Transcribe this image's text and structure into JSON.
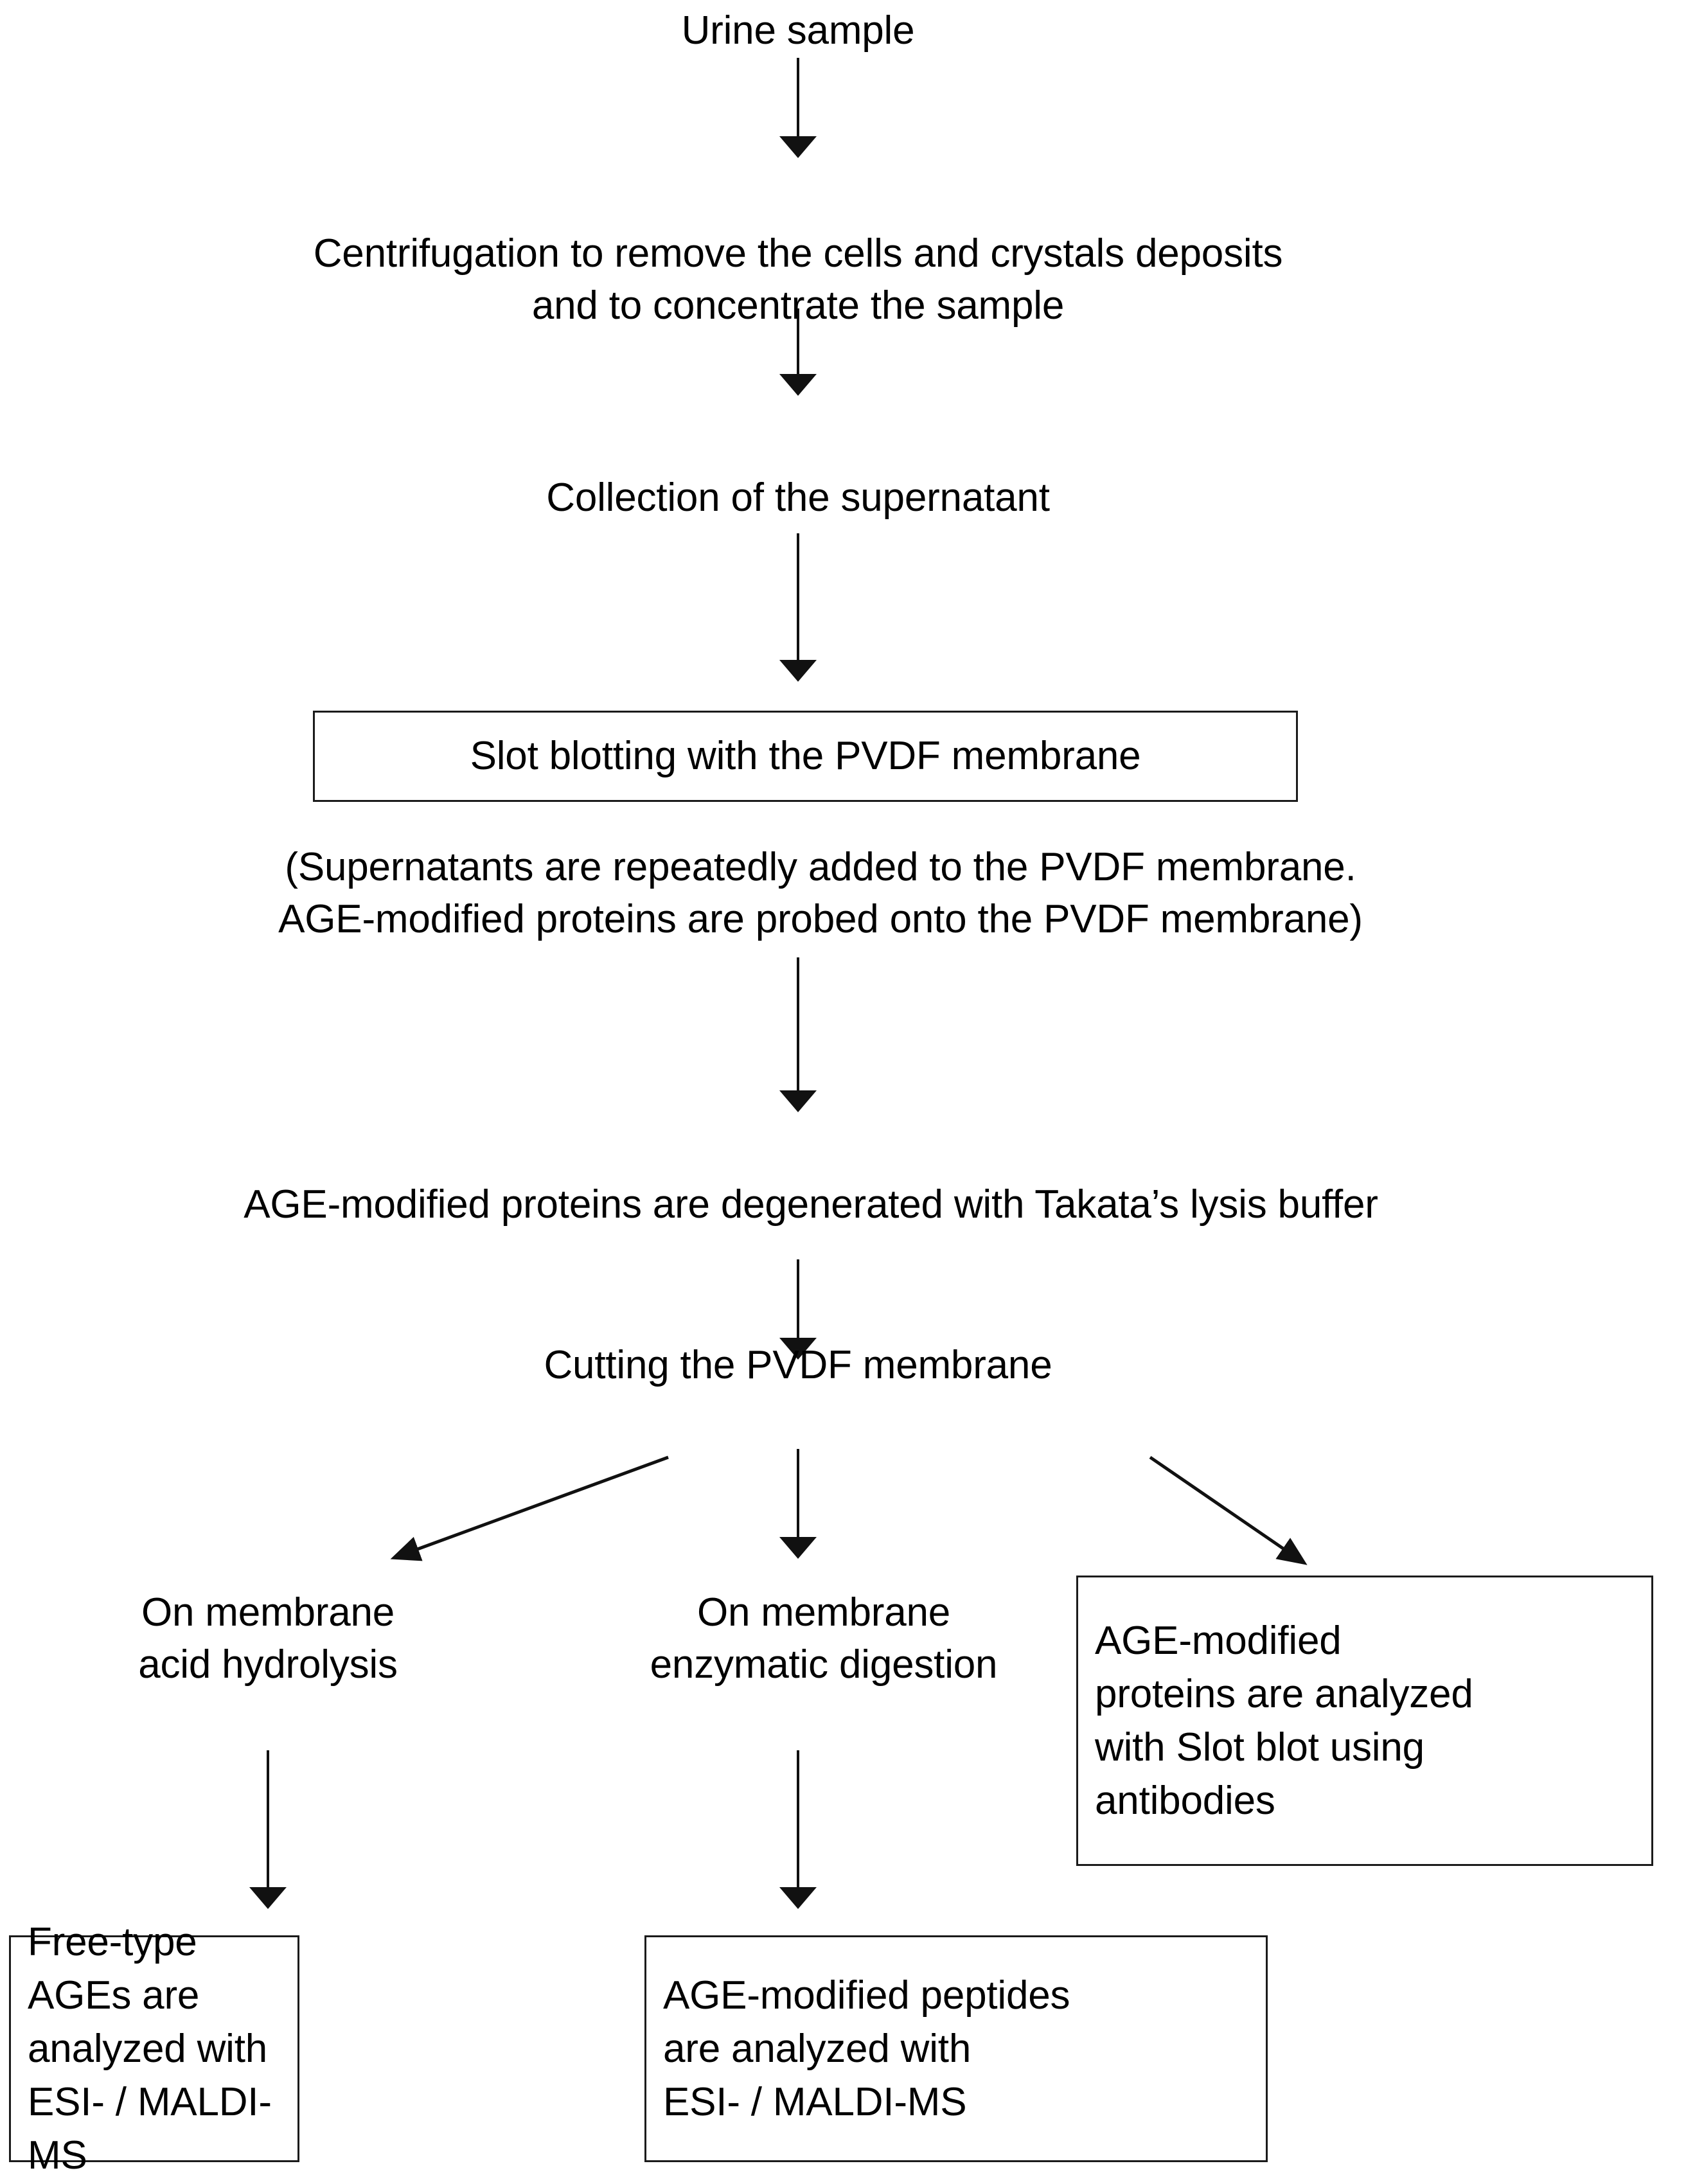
{
  "diagram": {
    "title": "Urinary AGE-modified protein analysis workflow",
    "stroke_color": "#1b1b1b",
    "background_color": "#ffffff",
    "nodes": {
      "urine_sample": "Urine sample",
      "centrifugation": "Centrifugation to remove the cells and crystals deposits\nand to concentrate the sample",
      "collection": "Collection of the supernatant",
      "slot_blotting": "Slot blotting with the PVDF membrane",
      "supernatant_note": "(Supernatants are repeatedly added to the PVDF membrane.\nAGE-modified proteins are probed onto the PVDF membrane)",
      "degeneration": "AGE-modified proteins are degenerated with Takata’s lysis buffer",
      "cutting": "Cutting the PVDF membrane",
      "branch_left": "On membrane\nacid hydrolysis",
      "branch_middle": "On membrane\nenzymatic digestion",
      "branch_right": "AGE-modified\nproteins are analyzed\nwith Slot blot using\nantibodies",
      "result_left": "Free-type AGEs are\nanalyzed with\nESI- / MALDI-MS",
      "result_middle": "AGE-modified peptides\nare analyzed with\nESI- / MALDI-MS"
    },
    "edges": [
      {
        "name": "urine-to-centrifugation",
        "type": "vertical-arrow"
      },
      {
        "name": "centrifugation-to-collection",
        "type": "vertical-arrow"
      },
      {
        "name": "collection-to-slot-blotting",
        "type": "vertical-arrow"
      },
      {
        "name": "note-to-degeneration",
        "type": "vertical-arrow"
      },
      {
        "name": "degeneration-to-cutting",
        "type": "vertical-arrow"
      },
      {
        "name": "cutting-to-branch-left",
        "type": "diagonal-arrow"
      },
      {
        "name": "cutting-to-branch-middle",
        "type": "vertical-arrow"
      },
      {
        "name": "cutting-to-branch-right",
        "type": "diagonal-arrow"
      },
      {
        "name": "branch-left-to-result-left",
        "type": "vertical-arrow"
      },
      {
        "name": "branch-middle-to-result-middle",
        "type": "vertical-arrow"
      }
    ]
  }
}
